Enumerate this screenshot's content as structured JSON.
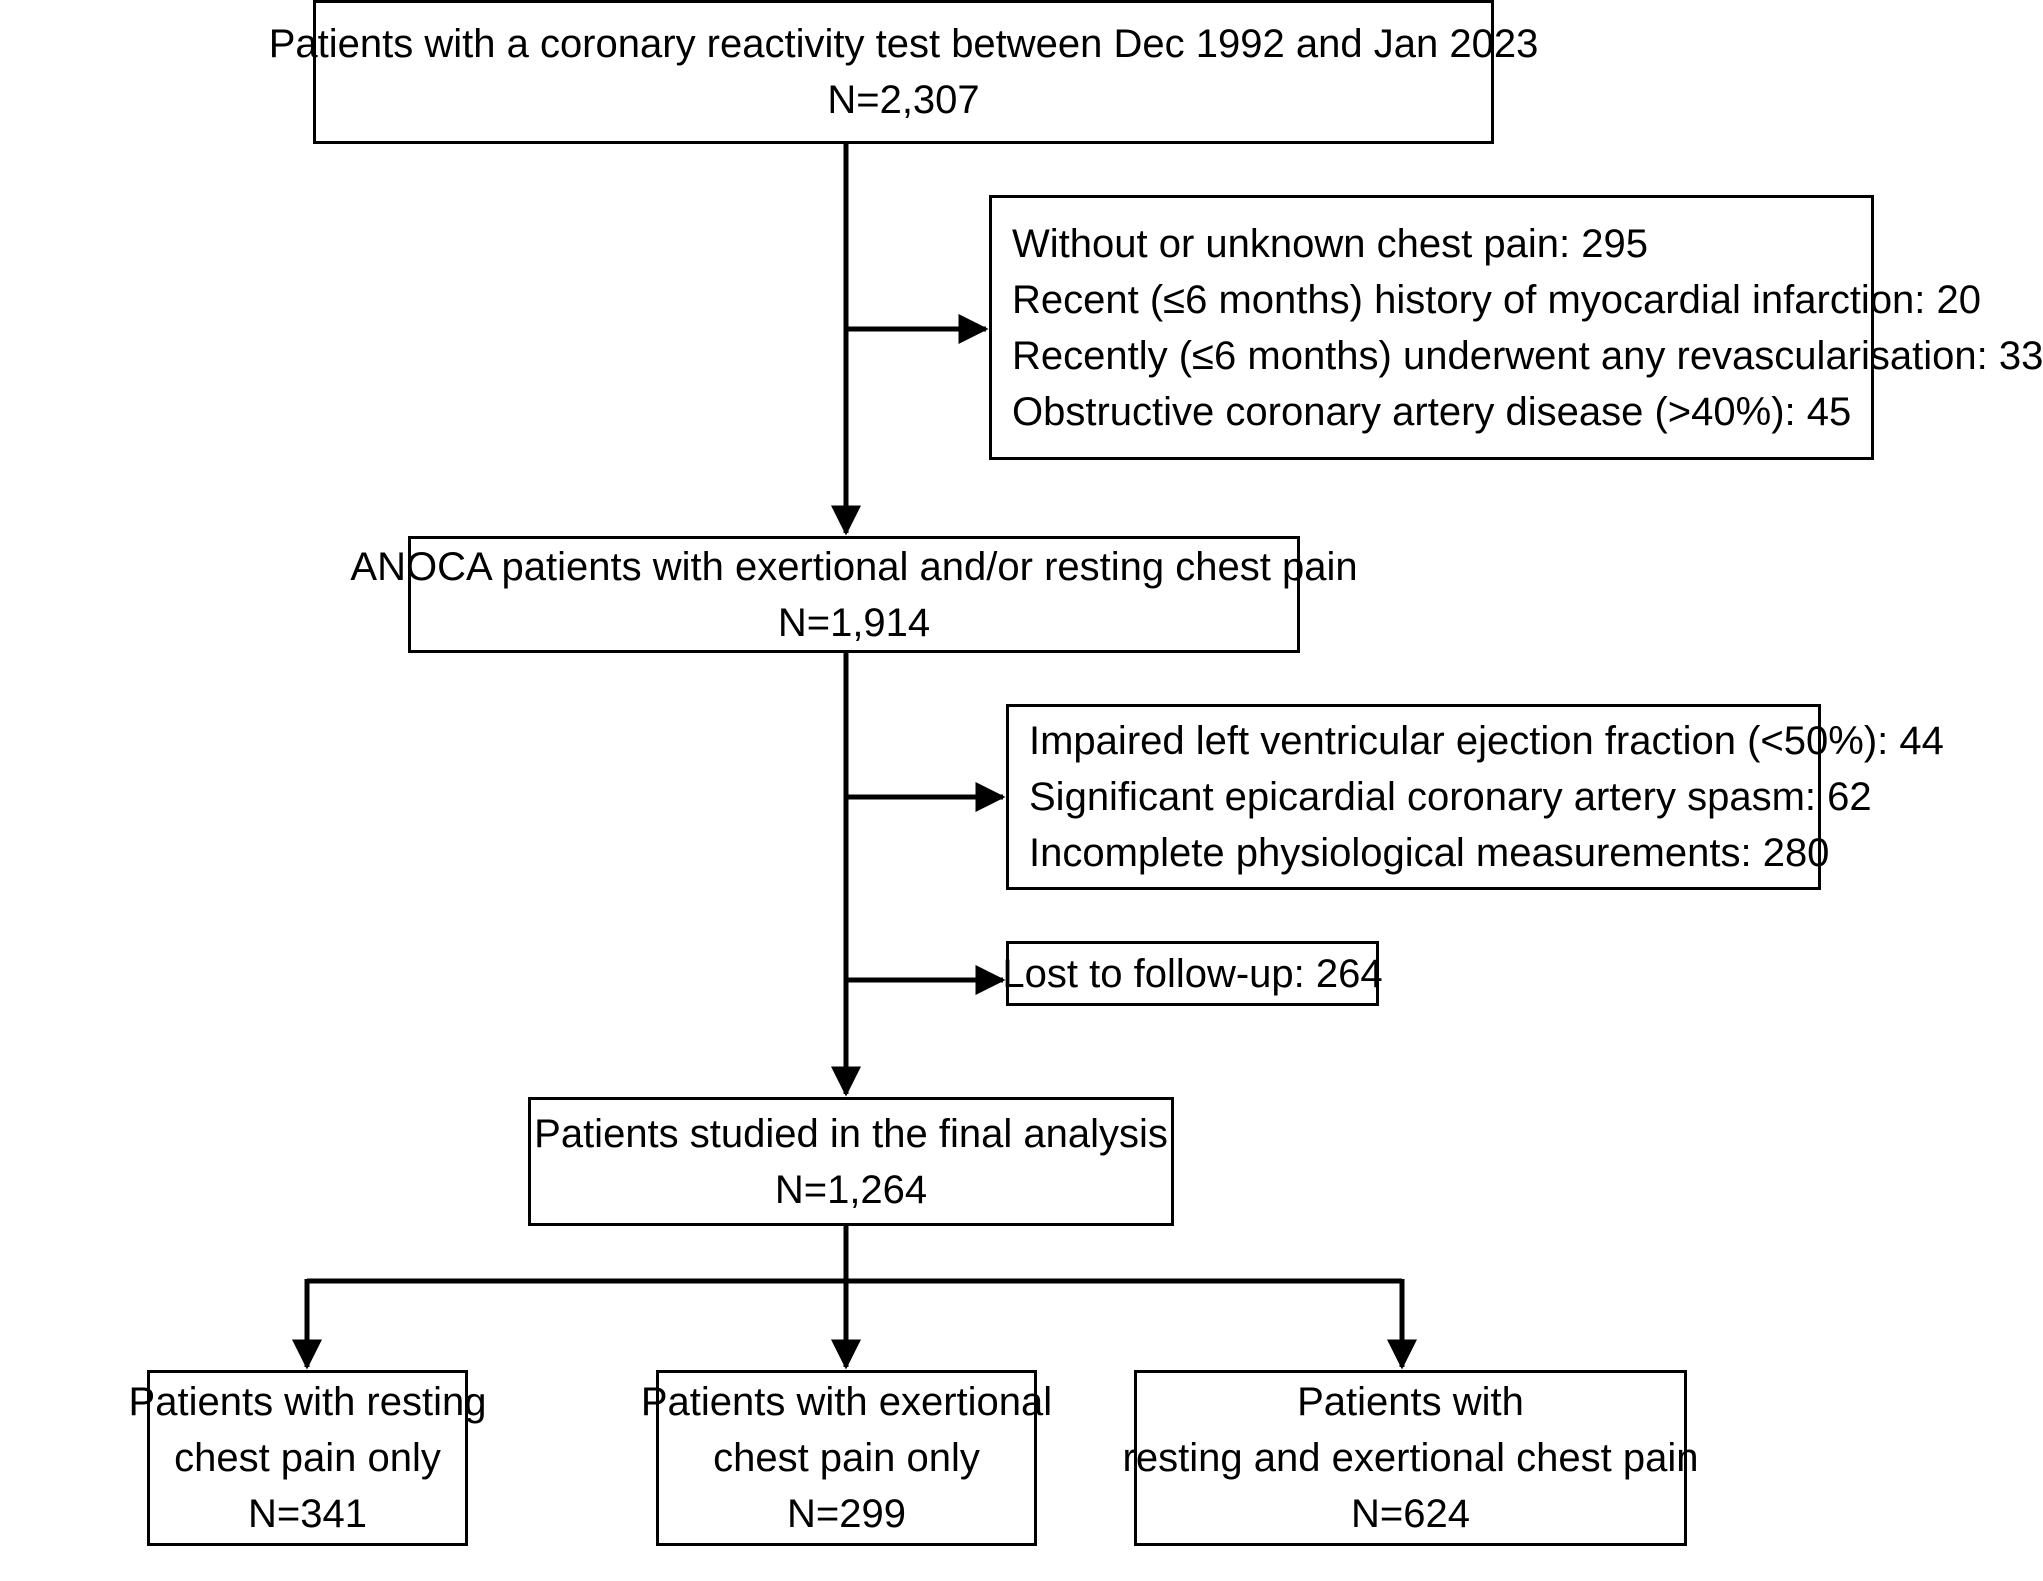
{
  "start": {
    "line1": "Patients with a coronary reactivity test between Dec 1992 and Jan 2023",
    "line2": "N=2,307"
  },
  "exclusion1": {
    "items": [
      "Without or unknown chest pain: 295",
      "Recent (≤6 months) history of myocardial infarction: 20",
      "Recently (≤6 months) underwent any revascularisation: 33",
      "Obstructive coronary artery disease (>40%): 45"
    ]
  },
  "anoca": {
    "line1": "ANOCA patients with exertional and/or resting chest pain",
    "line2": "N=1,914"
  },
  "exclusion2": {
    "items": [
      "Impaired left ventricular ejection fraction (<50%): 44",
      "Significant epicardial coronary artery spasm: 62",
      "Incomplete physiological measurements:  280"
    ]
  },
  "lost": {
    "label": "Lost to follow-up: 264"
  },
  "final": {
    "line1": "Patients studied in the final analysis",
    "line2": "N=1,264"
  },
  "groups": [
    {
      "line1": "Patients with resting",
      "line2": "chest pain only",
      "line3": "N=341"
    },
    {
      "line1": "Patients with exertional",
      "line2": "chest pain only",
      "line3": "N=299"
    },
    {
      "line1": "Patients with",
      "line2": "resting and exertional chest pain",
      "line3": "N=624"
    }
  ]
}
